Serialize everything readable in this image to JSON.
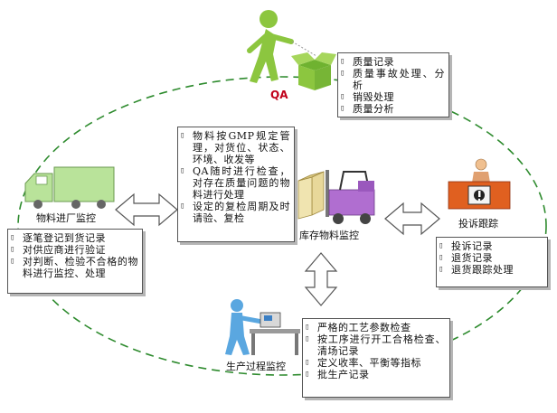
{
  "qa_label": "QA",
  "labels": {
    "incoming": "物料进厂监控",
    "inventory": "库存物料监控",
    "complaint": "投诉跟踪",
    "production": "生产过程监控"
  },
  "boxes": {
    "qa": [
      "质量记录",
      "质量事故处理、分析",
      "销毁处理",
      "质量分析"
    ],
    "center": [
      "物料按GMP规定管理，对货位、状态、环境、收发等",
      "QA随时进行检查，对存在质量问题的物料进行处理",
      "设定的复检周期及时请验、复检"
    ],
    "incoming": [
      "逐笔登记到货记录",
      "对供应商进行验证",
      "对判断、检验不合格的物料进行监控、处理"
    ],
    "complaint": [
      "投诉记录",
      "退货记录",
      "退货跟踪处理"
    ],
    "production": [
      "严格的工艺参数检查",
      "按工序进行开工合格检查、清场记录",
      "定义收率、平衡等指标",
      "批生产记录"
    ]
  },
  "colors": {
    "ellipse": "#2e8b2e",
    "figure_green": "#8cc63f",
    "truck": "#b9e39a",
    "forklift": "#b06ed0",
    "crate": "#e8d89a",
    "worker": "#5aa7e0",
    "complaint_box": "#e06020",
    "qa_text": "#c0001a"
  },
  "icons": [
    "qa-inspector-icon",
    "truck-icon",
    "forklift-icon",
    "complaint-desk-icon",
    "worker-icon",
    "double-arrow-icon"
  ]
}
